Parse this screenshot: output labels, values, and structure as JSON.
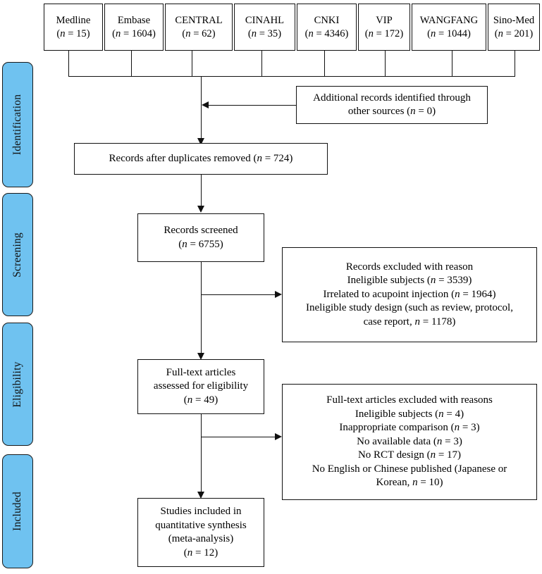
{
  "diagram": {
    "type": "prisma-flow-diagram",
    "stages": [
      {
        "key": "identification",
        "label": "Identification",
        "color": "#6FC2F0"
      },
      {
        "key": "screening",
        "label": "Screening",
        "color": "#6FC2F0"
      },
      {
        "key": "eligibility",
        "label": "Eligibility",
        "color": "#6FC2F0"
      },
      {
        "key": "included",
        "label": "Included",
        "color": "#6FC2F0"
      }
    ],
    "databases": [
      {
        "name": "Medline",
        "count_text": "(n = 15)"
      },
      {
        "name": "Embase",
        "count_text": "(n = 1604)"
      },
      {
        "name": "CENTRAL",
        "count_text": "(n = 62)"
      },
      {
        "name": "CINAHL",
        "count_text": "(n = 35)"
      },
      {
        "name": "CNKI",
        "count_text": "(n = 4346)"
      },
      {
        "name": "VIP",
        "count_text": "(n = 172)"
      },
      {
        "name": "WANGFANG",
        "count_text": "(n = 1044)"
      },
      {
        "name": "Sino-Med",
        "count_text": "(n = 201)"
      }
    ],
    "additional_records": {
      "line1": "Additional records identified through",
      "line2": "other sources (n = 0)"
    },
    "duplicates_removed": {
      "line1": "Records after duplicates removed (n = 724)"
    },
    "records_screened": {
      "line1": "Records screened",
      "line2": "(n = 6755)"
    },
    "records_excluded": {
      "line1": "Records excluded with reason",
      "line2": "Ineligible subjects (n = 3539)",
      "line3": "Irrelated to acupoint injection (n = 1964)",
      "line4": "Ineligible study design (such as review, protocol,",
      "line5": "case report, n = 1178)"
    },
    "fulltext_assessed": {
      "line1": "Full-text articles",
      "line2": "assessed for eligibility",
      "line3": "(n = 49)"
    },
    "fulltext_excluded": {
      "line1": "Full-text articles excluded with reasons",
      "line2": "Ineligible subjects (n = 4)",
      "line3": "Inappropriate comparison (n = 3)",
      "line4": "No available data (n = 3)",
      "line5": "No RCT design (n = 17)",
      "line6": "No English or Chinese published (Japanese or",
      "line7": "Korean, n = 10)"
    },
    "studies_included": {
      "line1": "Studies included in",
      "line2": "quantitative synthesis",
      "line3": "(meta-analysis)",
      "line4": "(n = 12)"
    }
  }
}
